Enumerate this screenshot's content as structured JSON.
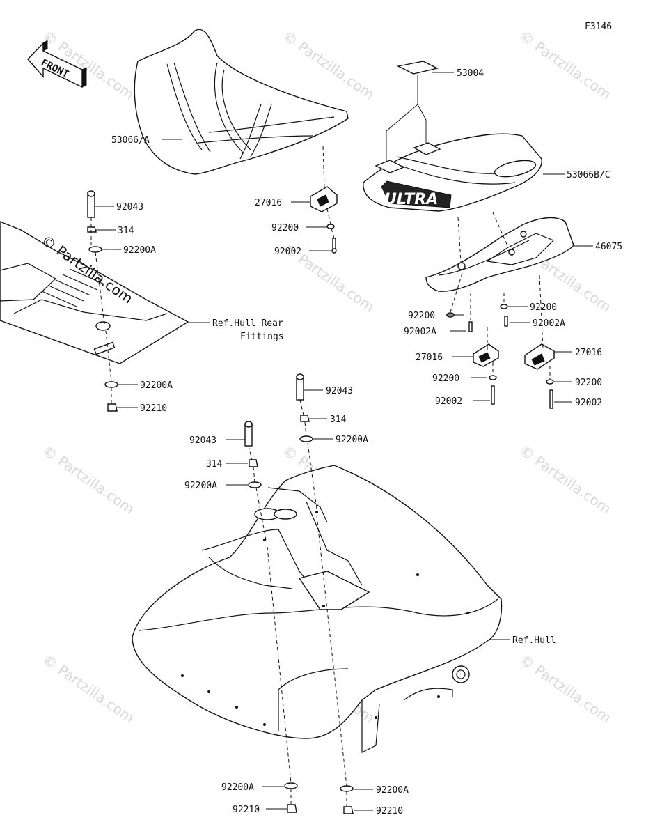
{
  "figure_code": "F3146",
  "front_arrow_label": "FRONT",
  "watermark_text": "© Partzilla.com",
  "seat_logo_text": "ULTRA",
  "labels": {
    "p53066a": "53066/A",
    "p53004": "53004",
    "p53066bc": "53066B/C",
    "p46075": "46075",
    "p27016_front": "27016",
    "p92200_front": "92200",
    "p92002_front": "92002",
    "p92043_left": "92043",
    "p314_left": "314",
    "p92200a_left": "92200A",
    "ref_hull_rear_line1": "Ref.Hull Rear",
    "ref_hull_rear_line2": "Fittings",
    "p92200a_left_lower": "92200A",
    "p92210_left": "92210",
    "p92200_rl": "92200",
    "p92002a_rl": "92002A",
    "p27016_rl": "27016",
    "p92200_rl2": "92200",
    "p92002_rl": "92002",
    "p92200_rr": "92200",
    "p92002a_rr": "92002A",
    "p27016_rr": "27016",
    "p92200_rr2": "92200",
    "p92002_rr": "92002",
    "p92043_mid_r": "92043",
    "p314_mid_r": "314",
    "p92200a_mid_r": "92200A",
    "p92043_mid_l": "92043",
    "p314_mid_l": "314",
    "p92200a_mid_l": "92200A",
    "ref_hull": "Ref.Hull",
    "p92200a_bot_l": "92200A",
    "p92210_bot_l": "92210",
    "p92200a_bot_r": "92200A",
    "p92210_bot_r": "92210"
  }
}
